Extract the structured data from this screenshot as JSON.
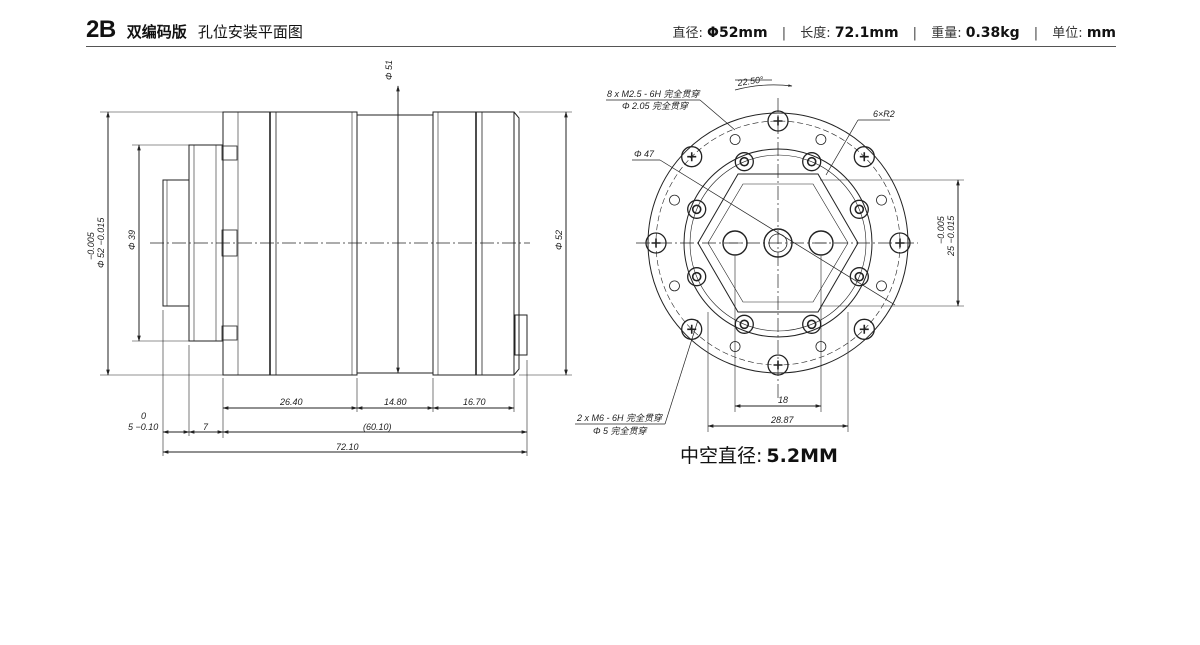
{
  "header": {
    "model": "2B",
    "version": "双编码版",
    "title": "孔位安装平面图",
    "specs": [
      {
        "label": "直径:",
        "value": "Φ52mm"
      },
      {
        "label": "长度:",
        "value": "72.1mm"
      },
      {
        "label": "重量:",
        "value": "0.38kg"
      },
      {
        "label": "单位:",
        "value": "mm"
      }
    ]
  },
  "side_view": {
    "dims": {
      "d51": "Φ 51",
      "d52_tol_upper": "−0.005",
      "d52_left": "Φ 52 −0.015",
      "d39": "Φ 39",
      "d52_right": "Φ 52",
      "l1": "26.40",
      "l2": "14.80",
      "l3": "16.70",
      "l4": "(60.10)",
      "l5": "72.10",
      "l7": "7",
      "tol_0": "0",
      "tol_5": "5 −0.10"
    }
  },
  "front_view": {
    "dims": {
      "angle": "22.50°",
      "holes_8": "8 x M2.5 - 6H 完全贯穿",
      "holes_8_dia": "Φ 2.05 完全贯穿",
      "radius": "6×R2",
      "d47": "Φ 47",
      "d25_tol_upper": "−0.005",
      "d25": "25 −0.015",
      "w18": "18",
      "w2887": "28.87",
      "holes_2": "2 x M6 - 6H 完全贯穿",
      "holes_2_dia": "Φ 5 完全贯穿"
    }
  },
  "note": {
    "label": "中空直径:",
    "value": "5.2MM"
  }
}
